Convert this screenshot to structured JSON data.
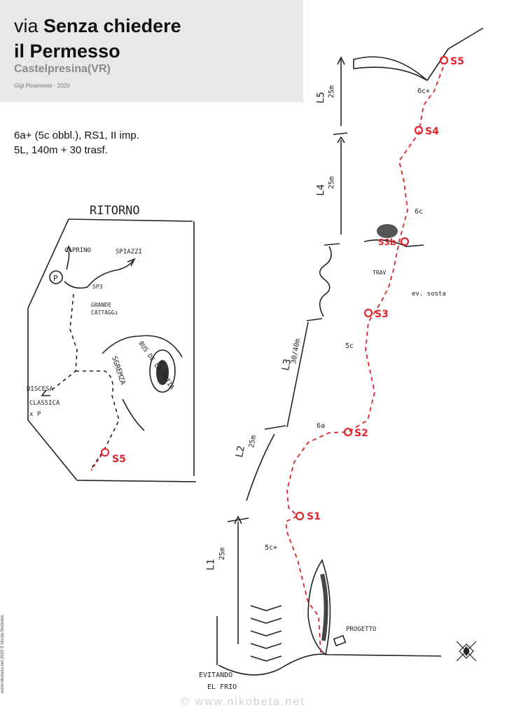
{
  "header": {
    "prefix": "via",
    "route_name": "Senza chiedere",
    "route_name_2": "il Permesso",
    "location": "Castelpresina(VR)",
    "author": "Gigi Pinamonte - 2020"
  },
  "info": {
    "grade": "6a+ (5c obbl.), RS1, II imp.",
    "length": "5L, 140m + 30 trasf."
  },
  "return_map": {
    "title": "RITORNO",
    "caprino": "CAPRINO",
    "spiazzi": "SPIAZZI",
    "parking": "P",
    "sp": "SP3",
    "grande": "GRANDE",
    "cattaggi": "CATTAGGı",
    "discesa": "DISCESA",
    "classica": "CLASSICA",
    "xp": "x P",
    "sgremza": "SGREMZA",
    "bus": "BUS DE LA MATIA",
    "s5": "S5"
  },
  "topo": {
    "pitches": [
      {
        "id": "L1",
        "length": "25m"
      },
      {
        "id": "L2",
        "length": "25m"
      },
      {
        "id": "L3",
        "length": "30/40m"
      },
      {
        "id": "L4",
        "length": "25m"
      },
      {
        "id": "L5",
        "length": "25m"
      }
    ],
    "belays": [
      "S1",
      "S2",
      "S3",
      "S3b",
      "S4",
      "S5"
    ],
    "grades": [
      "5c+",
      "6a",
      "5c",
      "6c",
      "6c+"
    ],
    "labels": {
      "trav": "TRAV",
      "ev_sosta": "ev. sosta",
      "progetto": "PROGETTO",
      "evitando": "EVITANDO",
      "el_frio": "EL FRIO"
    }
  },
  "footer": {
    "copyright": "www.nikobeta.net 2020 © Nicola Bertoloni",
    "watermark": "© www.nikobeta.net"
  },
  "colors": {
    "belay_red": "#e0242b",
    "ink": "#222222",
    "header_bg": "#e8e8e8"
  }
}
